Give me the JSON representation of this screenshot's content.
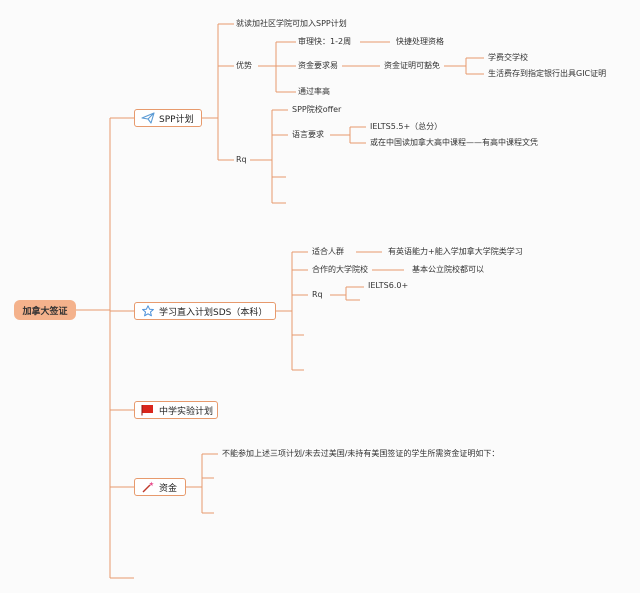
{
  "root": {
    "label": "加拿大签证"
  },
  "branches": {
    "spp": {
      "label": "SPP计划",
      "icon": "paper-plane-icon",
      "intro": "就读加社区学院可加入SPP计划",
      "advantages": {
        "label": "优势",
        "fast": {
          "label": "审理快：1-2周",
          "detail": "快捷处理资格"
        },
        "funds": {
          "label": "资金要求易",
          "detail": "资金证明可豁免",
          "items": [
            "学费交学校",
            "生活费存到指定银行出具GIC证明"
          ]
        },
        "approval": "通过率高"
      },
      "rq": {
        "label": "Rq",
        "offer": "SPP院校offer",
        "language": {
          "label": "语言要求",
          "items": [
            "IELTS5.5+（总分）",
            "或在中国读加拿大高中课程——有高中课程文凭"
          ]
        }
      }
    },
    "sds": {
      "label": "学习直入计划SDS（本科）",
      "icon": "star-icon",
      "audience": {
        "label": "适合人群",
        "detail": "有英语能力+能入学加拿大学院类学习"
      },
      "partners": {
        "label": "合作的大学院校",
        "detail": "基本公立院校都可以"
      },
      "rq": {
        "label": "Rq",
        "ielts": "IELTS6.0+"
      }
    },
    "highschool": {
      "label": "中学实验计划",
      "icon": "red-flag-icon"
    },
    "funds": {
      "label": "资金",
      "icon": "magic-wand-icon",
      "note": "不能参加上述三项计划/未去过美国/未持有美国签证的学生所需资金证明如下："
    }
  },
  "colors": {
    "line": "#e79a6d",
    "root_fill": "#f4b28c",
    "box_border": "#e79a6d",
    "plane_icon": "#5b9bd5",
    "star_icon": "#4a90d9",
    "flag_icon": "#d9261c",
    "wand_icon": "#c0392b"
  }
}
